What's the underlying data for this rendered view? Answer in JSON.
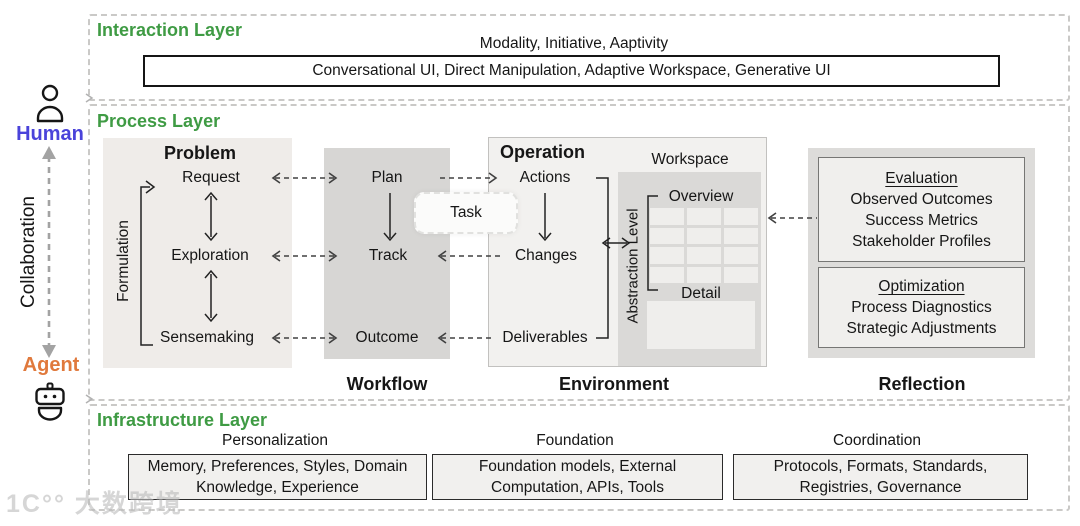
{
  "colors": {
    "layer_title_green": "#3f9b44",
    "human_blue": "#4a43da",
    "agent_orange": "#e0793c"
  },
  "left_rail": {
    "human_label": "Human",
    "collaboration_label": "Collaboration",
    "agent_label": "Agent",
    "human_icon": "person-icon",
    "agent_icon": "robot-icon"
  },
  "layers": {
    "interaction": {
      "title": "Interaction Layer",
      "subtitle": "Modality, Initiative, Aaptivity",
      "box": "Conversational UI, Direct Manipulation, Adaptive Workspace, Generative UI"
    },
    "process": {
      "title": "Process Layer",
      "problem": {
        "title": "Problem",
        "side_label": "Formulation",
        "items": [
          "Request",
          "Exploration",
          "Sensemaking"
        ]
      },
      "workflow": {
        "caption": "Workflow",
        "items": [
          "Plan",
          "Track",
          "Outcome"
        ]
      },
      "task_label": "Task",
      "environment": {
        "caption": "Environment",
        "operation": {
          "title": "Operation",
          "items": [
            "Actions",
            "Changes",
            "Deliverables"
          ]
        },
        "workspace": {
          "title": "Workspace",
          "side_label": "Abstraction Level",
          "overview_label": "Overview",
          "detail_label": "Detail"
        }
      },
      "reflection": {
        "caption": "Reflection",
        "evaluation": {
          "title": "Evaluation",
          "items": [
            "Observed Outcomes",
            "Success Metrics",
            "Stakeholder Profiles"
          ]
        },
        "optimization": {
          "title": "Optimization",
          "items": [
            "Process Diagnostics",
            "Strategic Adjustments"
          ]
        }
      }
    },
    "infrastructure": {
      "title": "Infrastructure Layer",
      "columns": [
        {
          "heading": "Personalization",
          "box": "Memory, Preferences, Styles, Domain Knowledge, Experience"
        },
        {
          "heading": "Foundation",
          "box": "Foundation models, External Computation, APIs, Tools"
        },
        {
          "heading": "Coordination",
          "box": "Protocols, Formats, Standards, Registries, Governance"
        }
      ]
    }
  },
  "watermark": {
    "logo": "1C°°",
    "text": "大数跨境"
  }
}
